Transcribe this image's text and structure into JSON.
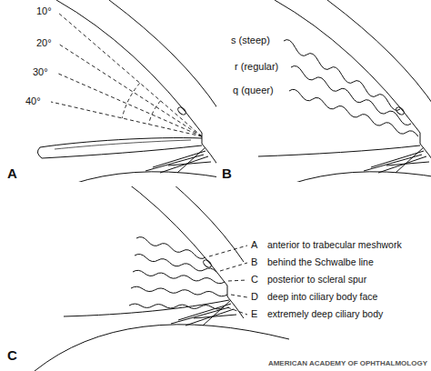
{
  "diagram": {
    "labels": [
      "10°",
      "20°",
      "30°",
      "40°",
      "A",
      "s (steep)",
      "r (regular)",
      "q (queer)",
      "B",
      "C",
      "A",
      "anterior to trabecular meshwork",
      "B",
      "behind the Schwalbe line",
      "C",
      "posterior to scleral spur",
      "D",
      "deep into ciliary body face",
      "E",
      "extremely deep ciliary body",
      "AMERICAN ACADEMY OF OPHTHALMOLOGY"
    ]
  }
}
